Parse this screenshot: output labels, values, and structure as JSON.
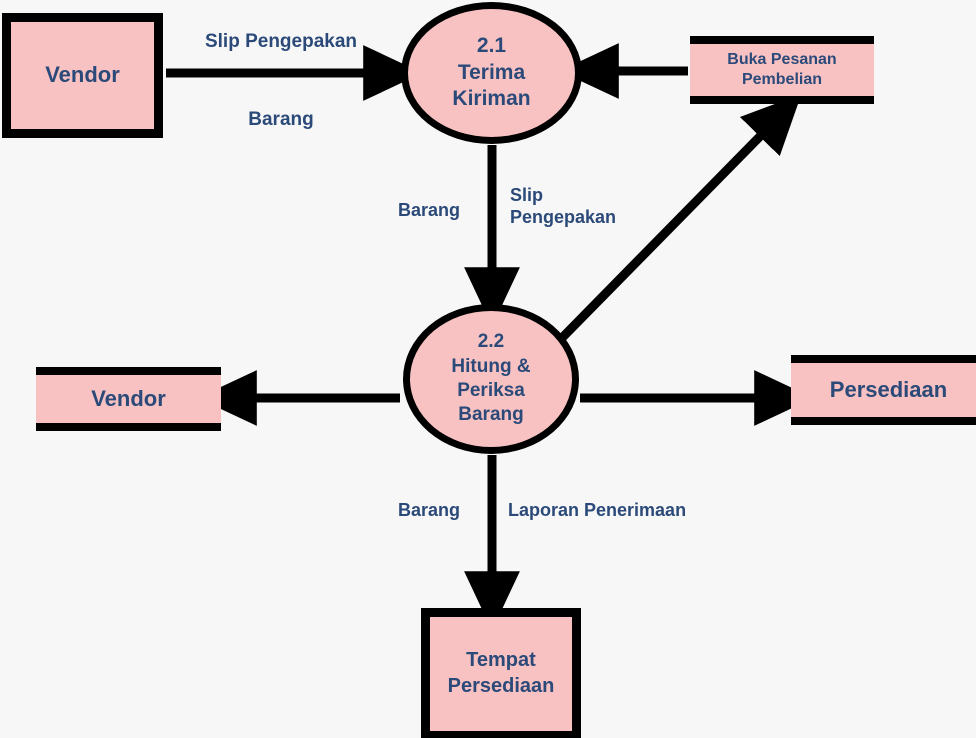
{
  "diagram": {
    "type": "data-flow-diagram",
    "title": "DFD Terima Kiriman",
    "colors": {
      "background": "#f7f7f7",
      "shape_fill": "#f8c2c2",
      "shape_border": "#000000",
      "text": "#2b4a79",
      "arrow": "#000000"
    },
    "nodes": [
      {
        "id": "vendor_entity",
        "kind": "external-entity",
        "label": "Vendor"
      },
      {
        "id": "process_21",
        "kind": "process",
        "number": "2.1",
        "name": "Terima\nKiriman"
      },
      {
        "id": "buka_pesanan",
        "kind": "data-store",
        "label": "Buka Pesanan\nPembelian"
      },
      {
        "id": "process_22",
        "kind": "process",
        "number": "2.2",
        "name": "Hitung &\nPeriksa\nBarang"
      },
      {
        "id": "vendor_store",
        "kind": "data-store",
        "label": "Vendor"
      },
      {
        "id": "persediaan",
        "kind": "data-store",
        "label": "Persediaan"
      },
      {
        "id": "tempat",
        "kind": "external-entity",
        "label": "Tempat\nPersediaan"
      }
    ],
    "flows": [
      {
        "id": "f1",
        "from": "vendor_entity",
        "to": "process_21",
        "label_top": "Slip Pengepakan",
        "label_bottom": "Barang"
      },
      {
        "id": "f2",
        "from": "buka_pesanan",
        "to": "process_21",
        "label": ""
      },
      {
        "id": "f3",
        "from": "process_21",
        "to": "process_22",
        "label_left": "Barang",
        "label_right": "Slip\nPengepakan"
      },
      {
        "id": "f4",
        "from": "process_22",
        "to": "buka_pesanan",
        "label": ""
      },
      {
        "id": "f5",
        "from": "process_22",
        "to": "vendor_store",
        "label": ""
      },
      {
        "id": "f6",
        "from": "process_22",
        "to": "persediaan",
        "label": ""
      },
      {
        "id": "f7",
        "from": "process_22",
        "to": "tempat",
        "label_left": "Barang",
        "label_right": "Laporan Penerimaan"
      }
    ],
    "labels": {
      "slip_pengepakan_top": "Slip Pengepakan",
      "barang_top": "Barang",
      "barang_mid_left": "Barang",
      "slip_pengepakan_mid": "Slip\nPengepakan",
      "barang_bottom_left": "Barang",
      "laporan_penerimaan": "Laporan Penerimaan"
    },
    "shapes": {
      "vendor_entity_label": "Vendor",
      "process_21_num": "2.1",
      "process_21_name": "Terima\nKiriman",
      "buka_pesanan_label": "Buka Pesanan\nPembelian",
      "process_22_num": "2.2",
      "process_22_name": "Hitung &\nPeriksa\nBarang",
      "vendor_store_label": "Vendor",
      "persediaan_label": "Persediaan",
      "tempat_label": "Tempat\nPersediaan"
    }
  }
}
